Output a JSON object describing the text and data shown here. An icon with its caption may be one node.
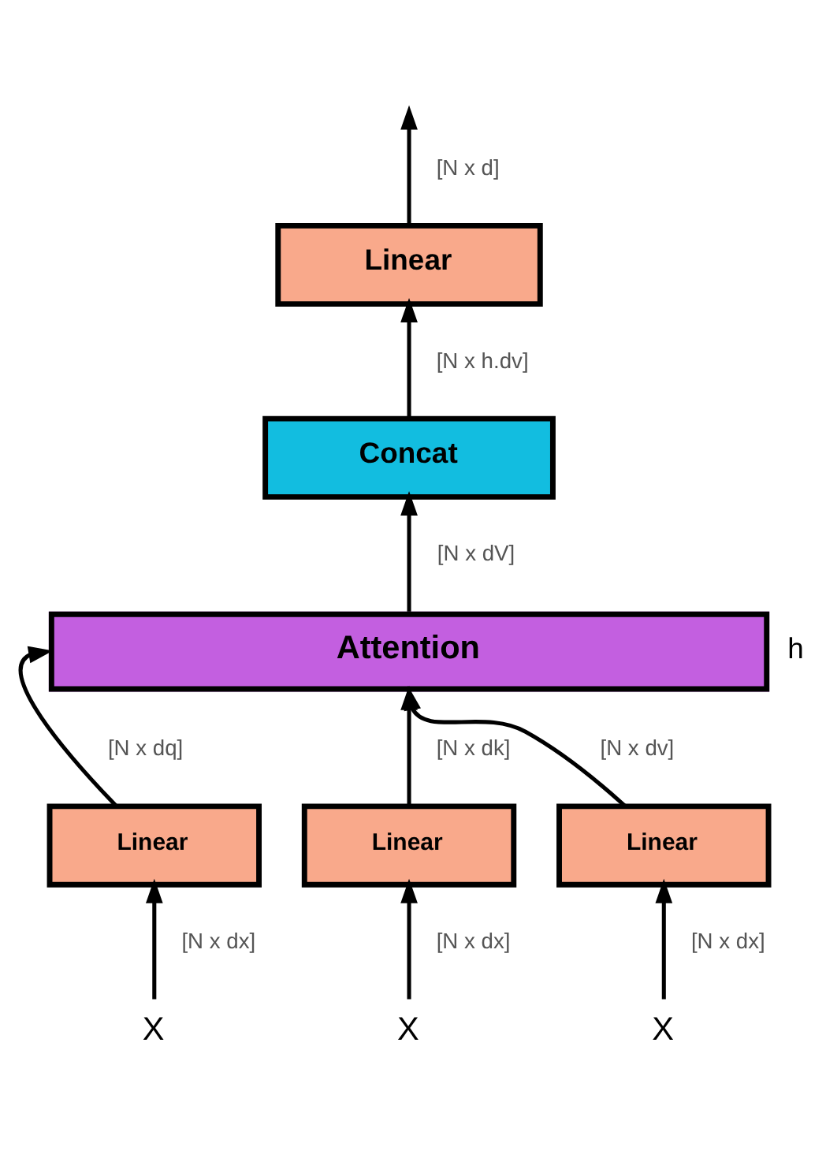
{
  "diagram": {
    "nodes": [
      {
        "text": [
          "Linear"
        ]
      },
      {
        "text": [
          "Concat"
        ]
      },
      {
        "text": [
          "Attention"
        ],
        "beside": [
          "h"
        ]
      },
      {
        "text": [
          "Linear"
        ]
      },
      {
        "text": [
          "Linear"
        ]
      },
      {
        "text": [
          "Linear"
        ]
      },
      {
        "text": [
          "X"
        ]
      },
      {
        "text": [
          "X"
        ]
      },
      {
        "text": [
          "X"
        ]
      }
    ],
    "edges": [
      {
        "from": 6,
        "to": 3,
        "arrow": "to",
        "label": "[N x dx]"
      },
      {
        "from": 7,
        "to": 4,
        "arrow": "to",
        "label": "[N x dx]"
      },
      {
        "from": 8,
        "to": 5,
        "arrow": "to",
        "label": "[N x dx]"
      },
      {
        "from": 3,
        "to": 2,
        "arrow": "to",
        "label": "[N x dq]"
      },
      {
        "from": 4,
        "to": 2,
        "arrow": "to",
        "label": "[N x dk]"
      },
      {
        "from": 5,
        "to": 2,
        "arrow": "to",
        "label": "[N x dv]"
      },
      {
        "from": 2,
        "to": 1,
        "arrow": "to",
        "label": "[N x dV]"
      },
      {
        "from": 1,
        "to": 0,
        "arrow": "to",
        "label": "[N x h.dv]"
      },
      {
        "from": 0,
        "to": null,
        "arrow": "to",
        "label": "[N x d]"
      }
    ]
  }
}
